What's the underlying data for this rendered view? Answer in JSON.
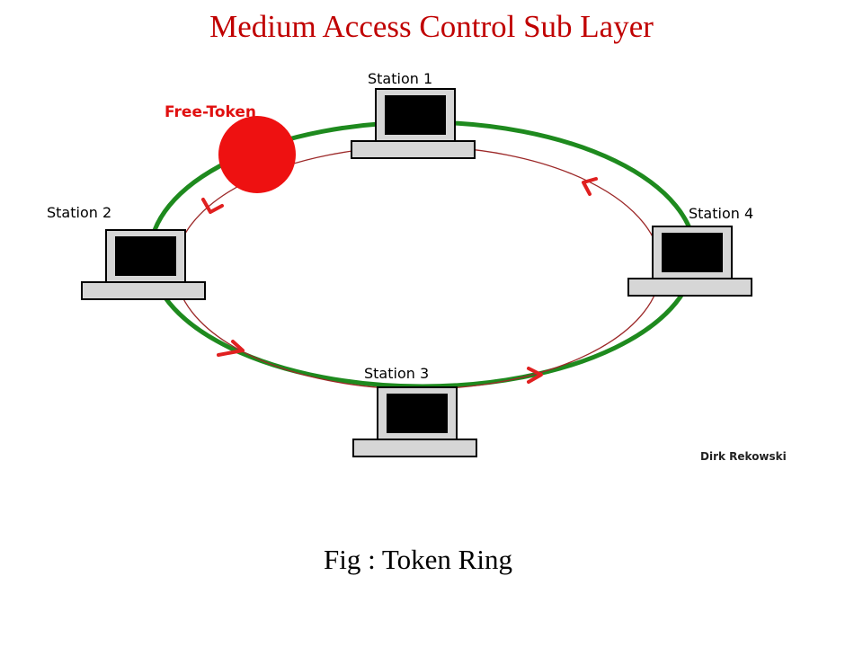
{
  "title": "Medium Access Control Sub Layer",
  "caption": "Fig : Token Ring",
  "diagram": {
    "token_label": "Free-Token",
    "stations": [
      {
        "label": "Station 1"
      },
      {
        "label": "Station 2"
      },
      {
        "label": "Station 3"
      },
      {
        "label": "Station 4"
      }
    ],
    "credit": "Dirk Rekowski",
    "colors": {
      "ring": "#1e8a1e",
      "token": "#ee1111",
      "path": "#9c2828",
      "arrow": "#e02020",
      "title": "#c00000"
    }
  }
}
